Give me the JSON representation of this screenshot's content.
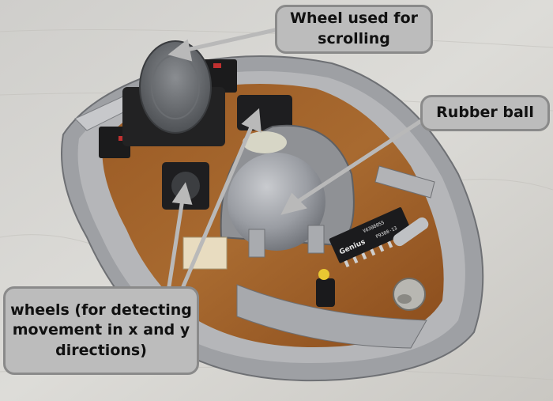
{
  "callouts": {
    "scroll_wheel": {
      "line1": "Wheel used for",
      "line2": "scrolling"
    },
    "rubber_ball": {
      "text": "Rubber ball"
    },
    "detector_wheels": {
      "line1": "wheels (for detecting",
      "line2": "movement in x and y",
      "line3": "directions)"
    }
  },
  "chip": {
    "line1": "V6308055",
    "brand": "Genius",
    "line2": "P9388-13"
  }
}
